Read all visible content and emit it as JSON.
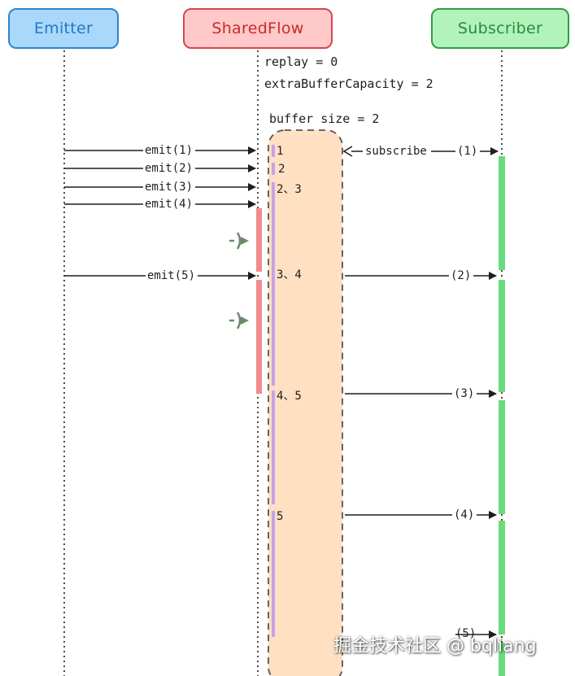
{
  "actors": {
    "emitter": "Emitter",
    "sharedflow": "SharedFlow",
    "subscriber": "Subscriber"
  },
  "config": {
    "replay": "replay = 0",
    "extra_buffer": "extraBufferCapacity = 2",
    "buffer_size": "buffer size = 2"
  },
  "emits": {
    "e1": "emit(1)",
    "e2": "emit(2)",
    "e3": "emit(3)",
    "e4": "emit(4)",
    "e5": "emit(5)"
  },
  "buffer_states": {
    "s1": "1",
    "s2": "2",
    "s3": "2、3",
    "s4": "3、4",
    "s5": "4、5",
    "s6": "5"
  },
  "subscribe_label": "subscribe",
  "deliveries": {
    "d1": "(1)",
    "d2": "(2)",
    "d3": "(3)",
    "d4": "(4)",
    "d5": "(5)"
  },
  "watermark": "掘金技术社区 @ bqliang",
  "colors": {
    "emitter_fill": "#a9d8fb",
    "sharedflow_fill": "#ffc9c9",
    "subscriber_fill": "#b2f2bb",
    "buffer_fill": "#ffe0c2",
    "suspend_bar": "#f08c8c",
    "subscriber_bar": "#69db7c",
    "buffer_activity": "#c8a2e8"
  }
}
